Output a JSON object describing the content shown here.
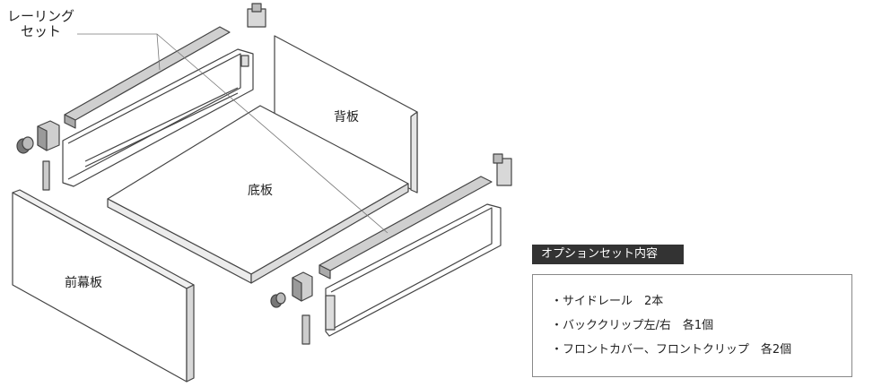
{
  "callout": {
    "railing_set": "レーリング\nセット"
  },
  "panels": {
    "back": "背板",
    "bottom": "底板",
    "front": "前幕板"
  },
  "options": {
    "title": "オプションセット内容",
    "items": [
      "・サイドレール　2本",
      "・バッククリップ左/右　各1個",
      "・フロントカバー、フロントクリップ　各2個"
    ]
  }
}
